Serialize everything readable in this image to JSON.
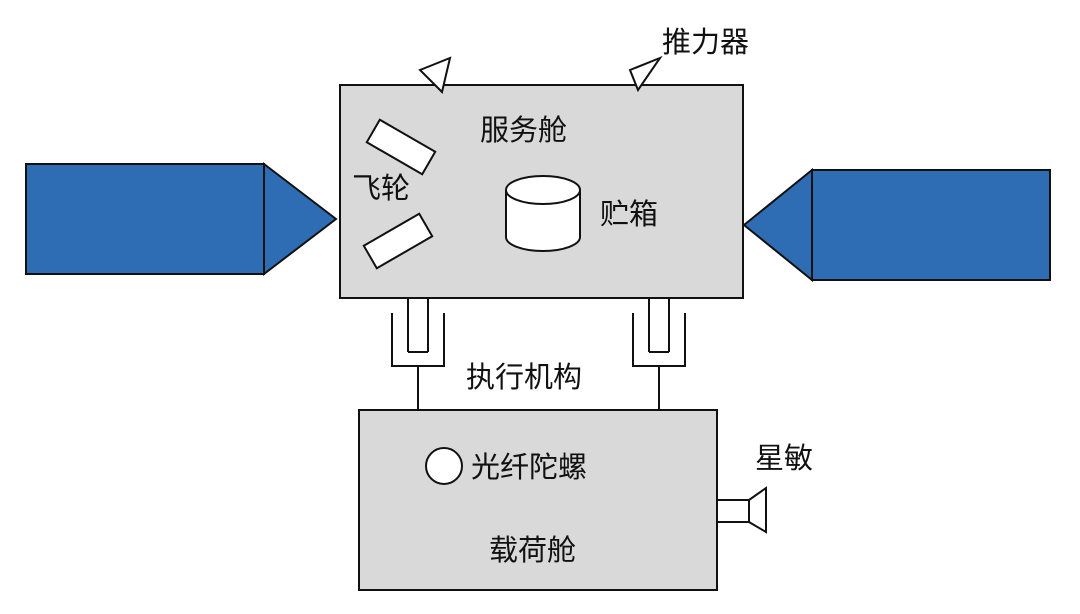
{
  "labels": {
    "thruster": "推力器",
    "service_module": "服务舱",
    "flywheel": "飞轮",
    "tank": "贮箱",
    "actuator": "执行机构",
    "fiber_gyro": "光纤陀螺",
    "star_sensor": "星敏",
    "payload_module": "载荷舱"
  },
  "colors": {
    "solar_panel": "#2e6db4",
    "module_fill": "#d9d9d9",
    "stroke": "#111111",
    "background": "#ffffff"
  }
}
